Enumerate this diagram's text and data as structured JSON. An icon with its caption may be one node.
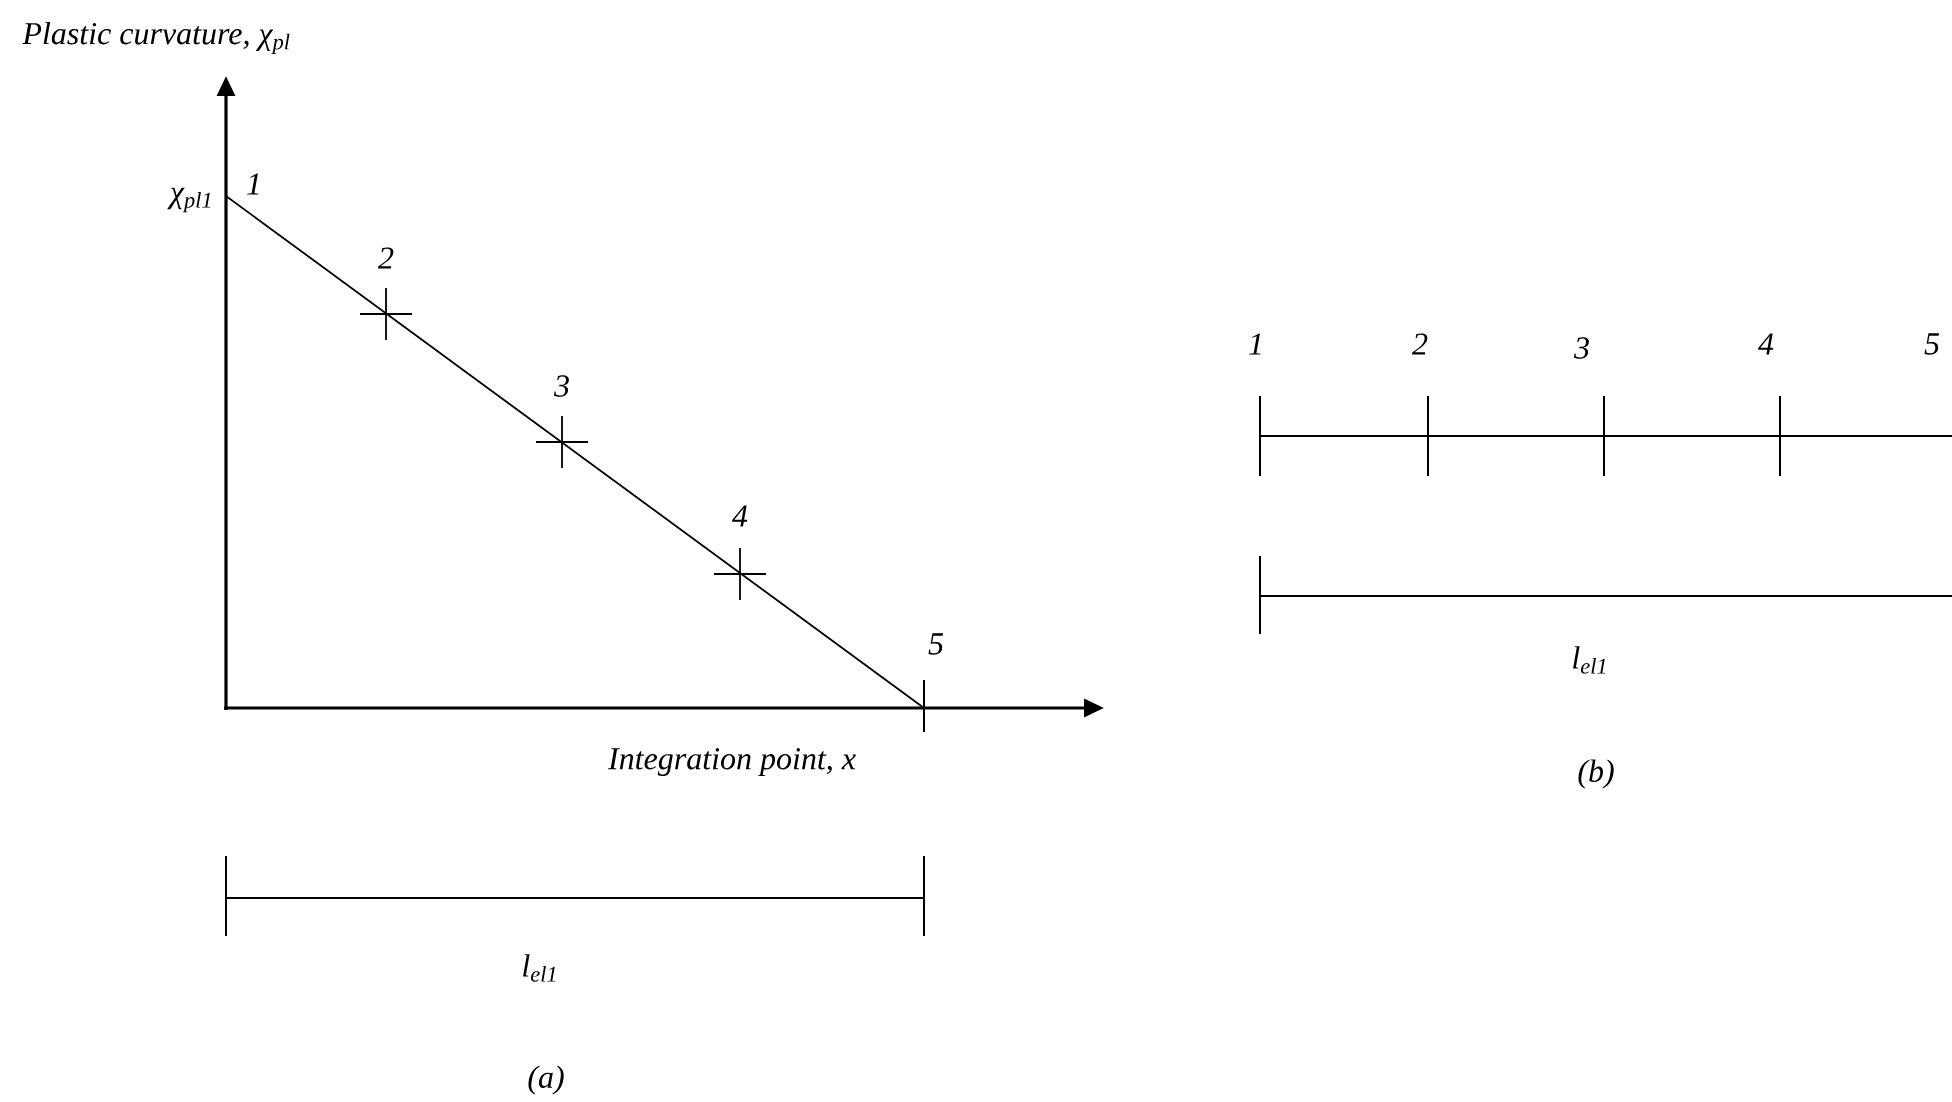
{
  "diagram": {
    "labels": [
      "Plastic curvature, χ$_{pl}$",
      "χ$_{pl1}$",
      "1",
      "2",
      "3",
      "4",
      "5",
      "Integration point, x",
      "l$_{el1}$",
      "(a)",
      "1",
      "2",
      "3",
      "4",
      "5",
      "l$_{el1}$",
      "(b)"
    ]
  }
}
